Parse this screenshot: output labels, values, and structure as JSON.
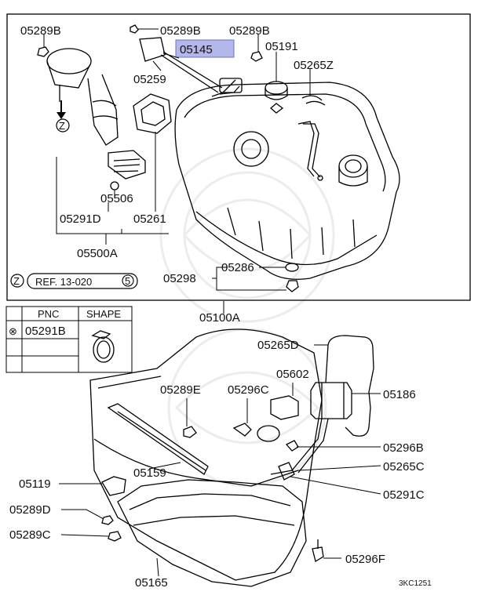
{
  "labels": {
    "p05289B_a": "05289B",
    "p05289B_b": "05289B",
    "p05289B_c": "05289B",
    "p05145": "05145",
    "p05191": "05191",
    "p05265Z": "05265Z",
    "p05259": "05259",
    "p05506": "05506",
    "p05291D": "05291D",
    "p05261": "05261",
    "p05500A": "05500A",
    "p05286": "05286",
    "p05298": "05298",
    "p05100A": "05100A",
    "p05265D": "05265D",
    "p05602": "05602",
    "p05289E": "05289E",
    "p05296C": "05296C",
    "p05186": "05186",
    "p05296B": "05296B",
    "p05265C": "05265C",
    "p05119": "05119",
    "p05159": "05159",
    "p05291C": "05291C",
    "p05289D": "05289D",
    "p05289C": "05289C",
    "p05296F": "05296F",
    "p05165": "05165"
  },
  "ref": {
    "z_mark": "Z",
    "arrow_mark": "Z",
    "text": "REF. 13-020",
    "circled_num": "5"
  },
  "table": {
    "header_pnc": "PNC",
    "header_shape": "SHAPE",
    "row_symbol": "⊗",
    "row_pnc": "05291B"
  },
  "diagram_code": "3KC1251",
  "highlight_color": "#b3b7ea"
}
